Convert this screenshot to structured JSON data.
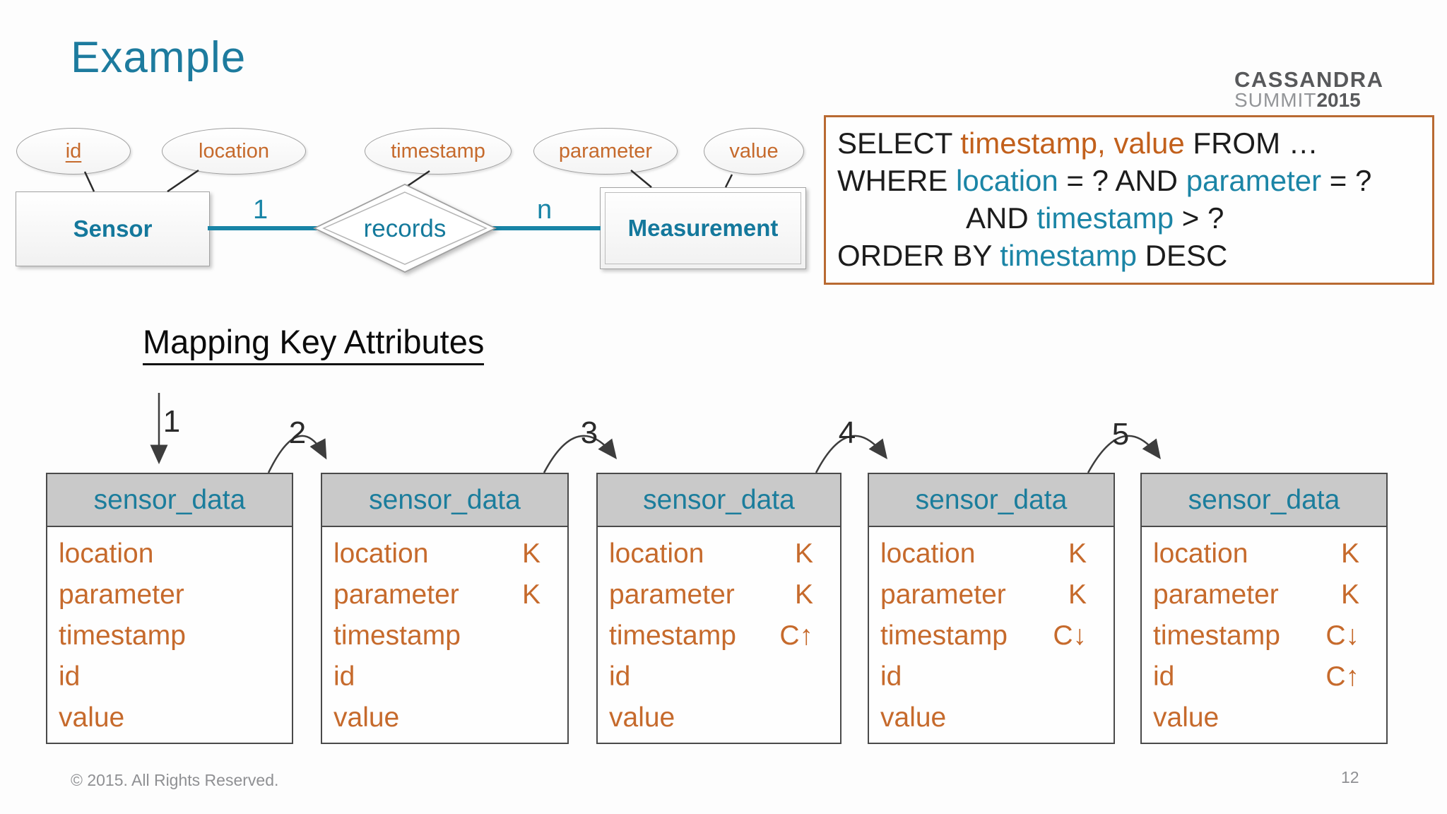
{
  "slide": {
    "title": "Example",
    "section_heading": "Mapping Key Attributes",
    "footer": "© 2015. All Rights Reserved.",
    "page_number": "12"
  },
  "logo": {
    "brand": "CASSANDRA",
    "event": "SUMMIT",
    "year": "2015",
    "dots_color": "#d06f2b"
  },
  "er_diagram": {
    "attributes": [
      {
        "label": "id",
        "primary_key": true
      },
      {
        "label": "location",
        "primary_key": false
      },
      {
        "label": "timestamp",
        "primary_key": false
      },
      {
        "label": "parameter",
        "primary_key": false
      },
      {
        "label": "value",
        "primary_key": false
      }
    ],
    "entity_left": "Sensor",
    "entity_right": "Measurement",
    "relationship": "records",
    "cardinality_left": "1",
    "cardinality_right": "n"
  },
  "query": {
    "lines": [
      {
        "indent": false,
        "segments": [
          {
            "text": "SELECT ",
            "color": "plain"
          },
          {
            "text": "timestamp, value",
            "color": "orange"
          },
          {
            "text": " FROM …",
            "color": "plain"
          }
        ]
      },
      {
        "indent": false,
        "segments": [
          {
            "text": "WHERE ",
            "color": "plain"
          },
          {
            "text": "location",
            "color": "teal"
          },
          {
            "text": " = ? AND ",
            "color": "plain"
          },
          {
            "text": "parameter",
            "color": "teal"
          },
          {
            "text": " = ?",
            "color": "plain"
          }
        ]
      },
      {
        "indent": true,
        "segments": [
          {
            "text": "AND ",
            "color": "plain"
          },
          {
            "text": "timestamp",
            "color": "teal"
          },
          {
            "text": " > ?",
            "color": "plain"
          }
        ]
      },
      {
        "indent": false,
        "segments": [
          {
            "text": "ORDER BY ",
            "color": "plain"
          },
          {
            "text": "timestamp",
            "color": "teal"
          },
          {
            "text": " DESC",
            "color": "plain"
          }
        ]
      }
    ]
  },
  "mapping": {
    "steps": [
      "1",
      "2",
      "3",
      "4",
      "5"
    ],
    "tables": [
      {
        "title": "sensor_data",
        "rows": [
          {
            "name": "location",
            "annotation": ""
          },
          {
            "name": "parameter",
            "annotation": ""
          },
          {
            "name": "timestamp",
            "annotation": ""
          },
          {
            "name": "id",
            "annotation": ""
          },
          {
            "name": "value",
            "annotation": ""
          }
        ]
      },
      {
        "title": "sensor_data",
        "rows": [
          {
            "name": "location",
            "annotation": "K"
          },
          {
            "name": "parameter",
            "annotation": "K"
          },
          {
            "name": "timestamp",
            "annotation": ""
          },
          {
            "name": "id",
            "annotation": ""
          },
          {
            "name": "value",
            "annotation": ""
          }
        ]
      },
      {
        "title": "sensor_data",
        "rows": [
          {
            "name": "location",
            "annotation": "K"
          },
          {
            "name": "parameter",
            "annotation": "K"
          },
          {
            "name": "timestamp",
            "annotation": "C↑"
          },
          {
            "name": "id",
            "annotation": ""
          },
          {
            "name": "value",
            "annotation": ""
          }
        ]
      },
      {
        "title": "sensor_data",
        "rows": [
          {
            "name": "location",
            "annotation": "K"
          },
          {
            "name": "parameter",
            "annotation": "K"
          },
          {
            "name": "timestamp",
            "annotation": "C↓"
          },
          {
            "name": "id",
            "annotation": ""
          },
          {
            "name": "value",
            "annotation": ""
          }
        ]
      },
      {
        "title": "sensor_data",
        "rows": [
          {
            "name": "location",
            "annotation": "K"
          },
          {
            "name": "parameter",
            "annotation": "K"
          },
          {
            "name": "timestamp",
            "annotation": "C↓"
          },
          {
            "name": "id",
            "annotation": "C↑"
          },
          {
            "name": "value",
            "annotation": ""
          }
        ]
      }
    ]
  },
  "colors": {
    "teal_text": "#177a9c",
    "orange_text": "#c66a2c",
    "sql_teal": "#1b85a6",
    "sql_orange": "#c2601c",
    "query_box_border": "#b96a32",
    "table_header_bg": "#c9c9c9",
    "relationship_line": "#1884a6"
  }
}
